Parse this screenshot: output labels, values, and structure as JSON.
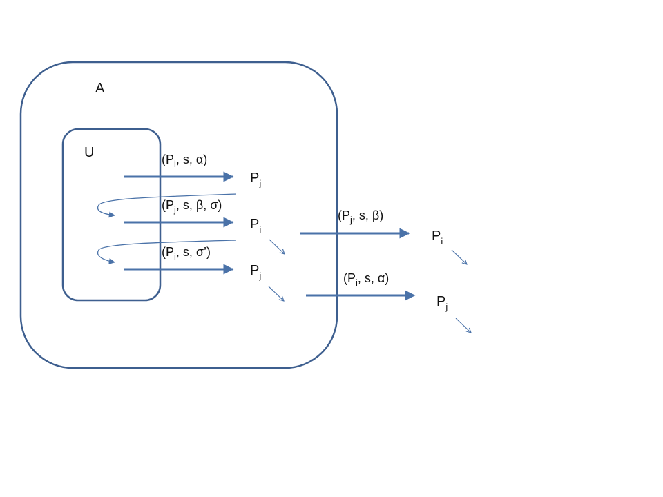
{
  "colors": {
    "accent": "#4a72a8",
    "set_border": "#3e5f8f",
    "text": "#111111"
  },
  "sets": {
    "A": "A",
    "U": "U"
  },
  "edges": [
    {
      "open": "(P",
      "sub": "i",
      "rest": ", s, α)"
    },
    {
      "open": "(P",
      "sub": "j",
      "rest": ", s, β, σ)"
    },
    {
      "open": "(P",
      "sub": "i",
      "rest": ", s, σ’)"
    },
    {
      "open": "(P",
      "sub": "j",
      "rest": ", s, β)"
    },
    {
      "open": "(P",
      "sub": "i",
      "rest": ", s, α)"
    }
  ],
  "nodes": [
    {
      "base": "P",
      "sub": "j"
    },
    {
      "base": "P",
      "sub": "i"
    },
    {
      "base": "P",
      "sub": "j"
    },
    {
      "base": "P",
      "sub": "i"
    },
    {
      "base": "P",
      "sub": "j"
    }
  ]
}
